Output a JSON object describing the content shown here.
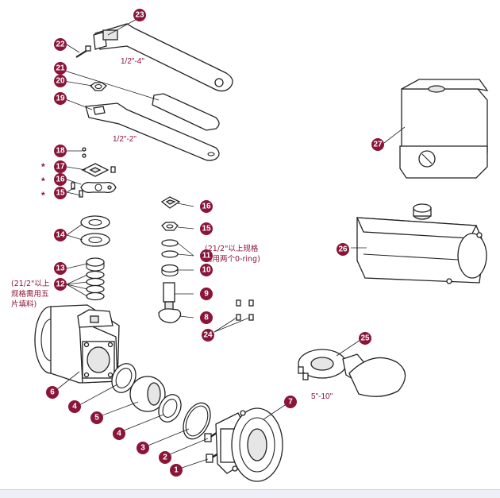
{
  "size_labels": {
    "handle_large": "1/2\"-4\"",
    "handle_small": "1/2\"-2\"",
    "gear_operator": "5\"-10\""
  },
  "notes": {
    "oring_line1": "(21/2\"以上规格",
    "oring_line2": "需用两个0-ring)",
    "packing_line1": "(21/2\"以上",
    "packing_line2": "规格需用五",
    "packing_line3": "片填料)"
  },
  "asterisk": "*",
  "callouts": {
    "n1": "1",
    "n2": "2",
    "n3": "3",
    "n4a": "4",
    "n4b": "4",
    "n5": "5",
    "n6": "6",
    "n7": "7",
    "n8": "8",
    "n9": "9",
    "n10": "10",
    "n11": "11",
    "n12": "12",
    "n13": "13",
    "n14": "14",
    "n15a": "15",
    "n15b": "15",
    "n16a": "16",
    "n16b": "16",
    "n17": "17",
    "n18": "18",
    "n19": "19",
    "n20": "20",
    "n21": "21",
    "n22": "22",
    "n23": "23",
    "n24": "24",
    "n25": "25",
    "n26": "26",
    "n27": "27"
  },
  "colors": {
    "callout": "#8a1538",
    "line": "#222222"
  }
}
